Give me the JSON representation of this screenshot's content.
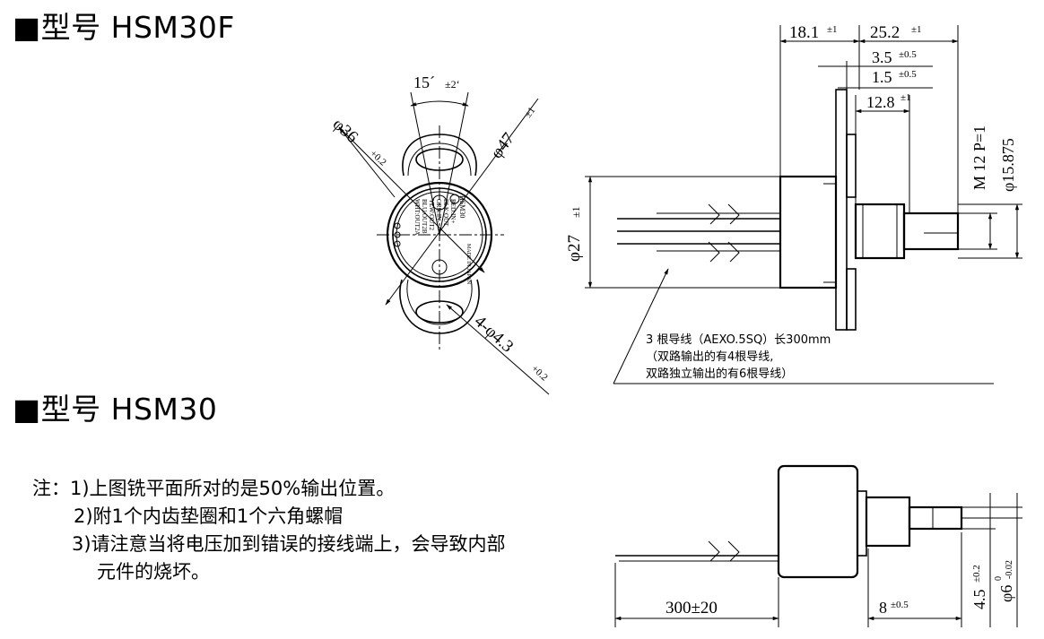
{
  "models": {
    "hsm30f": {
      "heading": "■型号 HSM30F"
    },
    "hsm30": {
      "heading": "■型号 HSM30"
    }
  },
  "front_view": {
    "angle_label": "15°±2°",
    "angle_main": "15´",
    "angle_tol": "±2‘",
    "outer_dia": "φ36",
    "outer_dia_tol": "+0.2",
    "flange_dia": "φ47",
    "flange_dia_tol": "±1",
    "hole_label": "4-φ4.3",
    "hole_tol": "+0.2",
    "body_text": [
      "HSM30",
      "RED:IN+",
      "BLK:OUT",
      "GRN:IN-",
      "YLW:OUT2",
      "BLU:OUT2B",
      "WHT:OUT2A",
      "MADE IN JAPAN"
    ]
  },
  "side_view": {
    "dim_18_1": "18.1",
    "dim_18_1_tol": "±1",
    "dim_25_2": "25.2",
    "dim_25_2_tol": "±1",
    "dim_3_5": "3.5",
    "dim_3_5_tol": "±0.5",
    "dim_1_5": "1.5",
    "dim_1_5_tol": "±0.5",
    "dim_12_8": "12.8",
    "dim_12_8_tol": "±1",
    "thread": "M 12  P=1",
    "shaft_dia": "φ15.875",
    "body_dia": "φ27",
    "body_dia_tol": "±1",
    "lead_note_1": "3 根导线（AEXO.5SQ）长300mm",
    "lead_note_2": "（双路输出的有4根导线,",
    "lead_note_3": "双路独立输出的有6根导线）"
  },
  "bottom_view": {
    "lead_length": "300±20",
    "flat_len": "8",
    "flat_len_tol": "±0.5",
    "flat_depth": "4.5",
    "flat_depth_tol": "±0.2",
    "shaft_dia": "φ6",
    "shaft_dia_tol_upper": "0",
    "shaft_dia_tol_lower": "-0.02"
  },
  "notes": {
    "prefix": "注：",
    "n1": "1)上图铣平面所对的是50%输出位置。",
    "n2": "2)附1个内齿垫圈和1个六角螺帽",
    "n3a": "3)请注意当将电压加到错误的接线端上，会导致内部",
    "n3b": "元件的烧坏。"
  }
}
